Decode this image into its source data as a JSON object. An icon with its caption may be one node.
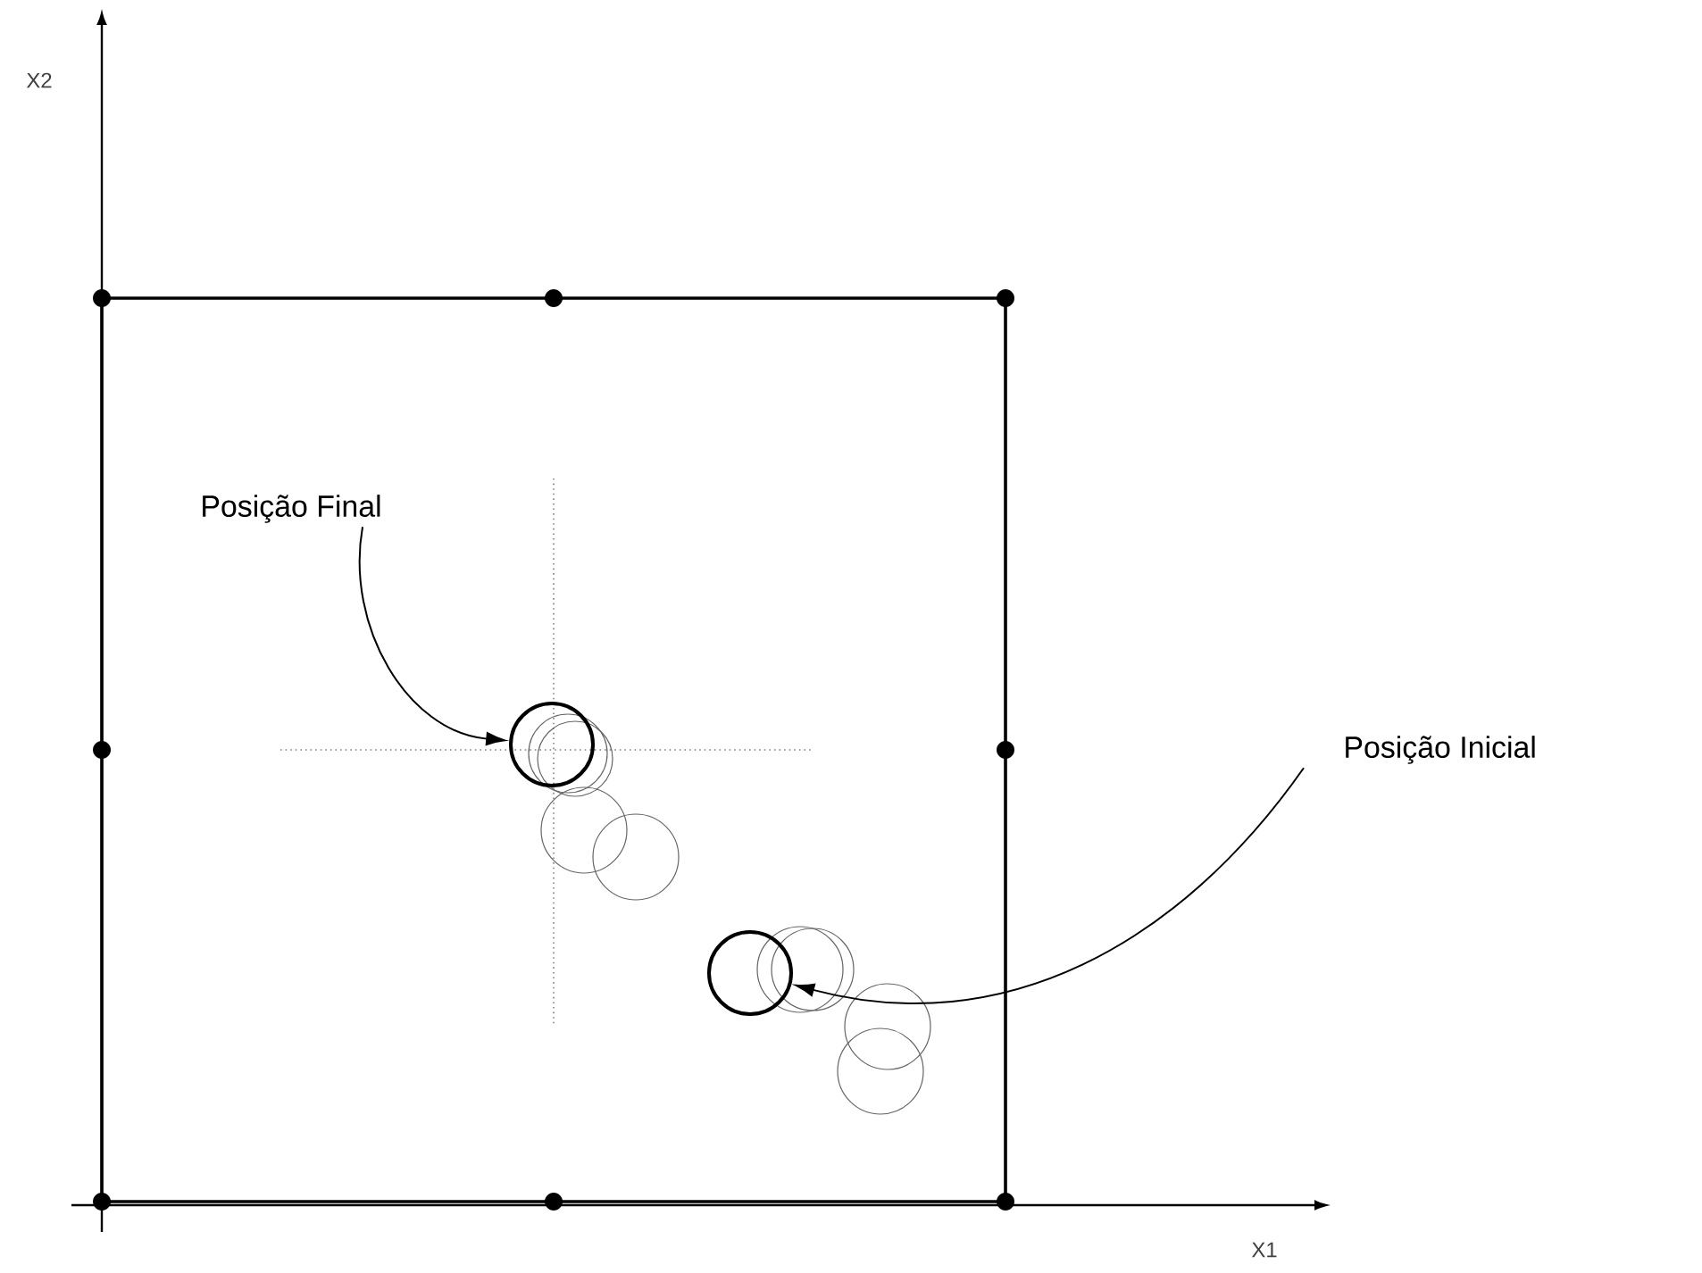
{
  "diagram": {
    "nodes": [
      {
        "text": [
          "Posição Final"
        ]
      },
      {
        "text": [
          "Posição Inicial"
        ]
      },
      {
        "text": [],
        "shape": "circle"
      },
      {
        "text": [],
        "shape": "circle"
      }
    ],
    "edges": [
      {
        "from": 0,
        "to": 2,
        "arrow": "to"
      },
      {
        "from": 1,
        "to": 3,
        "arrow": "to"
      }
    ],
    "labels": [
      "X2",
      "X1"
    ]
  }
}
